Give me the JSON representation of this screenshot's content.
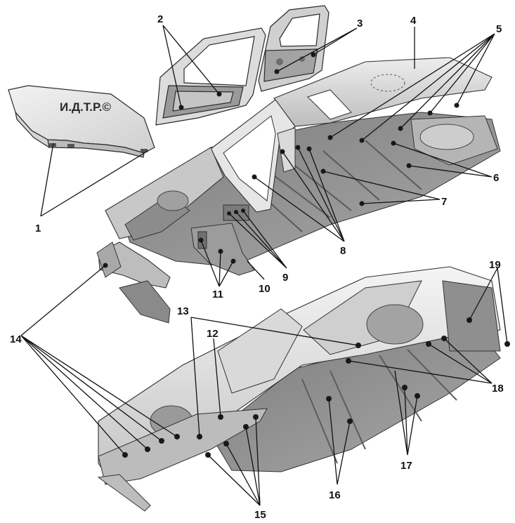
{
  "diagram": {
    "watermark": "И.Д.Т.Р.©",
    "callouts": [
      "1",
      "2",
      "3",
      "4",
      "5",
      "6",
      "7",
      "8",
      "9",
      "10",
      "11",
      "12",
      "13",
      "14",
      "15",
      "16",
      "17",
      "18",
      "19"
    ],
    "colors": {
      "panel_light": "#e8e8e8",
      "panel_mid": "#c9c9c9",
      "panel_dark": "#8f8f8f",
      "floor": "#9d9d9d",
      "line": "#111111"
    }
  }
}
